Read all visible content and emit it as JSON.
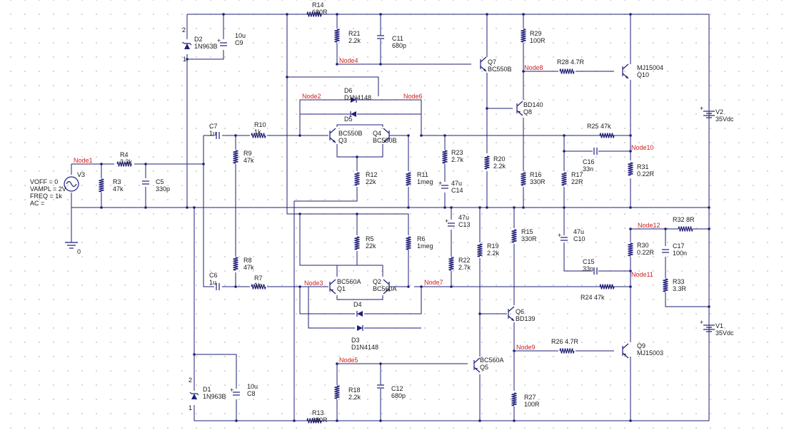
{
  "colors": {
    "wire": "#1f1f7a",
    "label": "#1a1a1a",
    "net": "#cc1f1f",
    "grid": "#c8c8c8"
  },
  "resistors": {
    "R14": [
      "R14",
      "680R"
    ],
    "R13": [
      "R13",
      "680R"
    ],
    "R21": [
      "R21",
      "2.2k"
    ],
    "R18": [
      "R18",
      "2.2k"
    ],
    "R29": [
      "R29",
      "100R"
    ],
    "R27": [
      "R27",
      "100R"
    ],
    "R28": [
      "R28 4.7R"
    ],
    "R26": [
      "R26 4.7R"
    ],
    "R25": [
      "R25 47k"
    ],
    "R24": [
      "R24 47k"
    ],
    "R4": [
      "R4",
      "3.3k"
    ],
    "R3": [
      "R3",
      "47k"
    ],
    "R9": [
      "R9",
      "47k"
    ],
    "R8": [
      "R8",
      "47k"
    ],
    "R10": [
      "R10",
      "1k"
    ],
    "R7": [
      "R7",
      "1k"
    ],
    "R12": [
      "R12",
      "22k"
    ],
    "R5": [
      "R5",
      "22k"
    ],
    "R11": [
      "R11",
      "1meg"
    ],
    "R6": [
      "R6",
      "1meg"
    ],
    "R23": [
      "R23",
      "2.7k"
    ],
    "R22": [
      "R22",
      "2.7k"
    ],
    "R20": [
      "R20",
      "2.2k"
    ],
    "R19": [
      "R19",
      "2.2k"
    ],
    "R16": [
      "R16",
      "330R"
    ],
    "R15": [
      "R15",
      "330R"
    ],
    "R17": [
      "R17",
      "22R"
    ],
    "R31": [
      "R31",
      "0.22R"
    ],
    "R30": [
      "R30",
      "0.22R"
    ],
    "R32": [
      "R32 8R"
    ],
    "R33": [
      "R33",
      "3.3R"
    ]
  },
  "capacitors": {
    "C9": [
      "10u",
      "C9"
    ],
    "C8": [
      "10u",
      "C8"
    ],
    "C11": [
      "C11",
      "680p"
    ],
    "C12": [
      "C12",
      "680p"
    ],
    "C7": [
      "C7",
      "1u"
    ],
    "C6": [
      "C6",
      "1u"
    ],
    "C5": [
      "C5",
      "330p"
    ],
    "C14": [
      "47u",
      "C14"
    ],
    "C13": [
      "47u",
      "C13"
    ],
    "C16": [
      "C16",
      "33n"
    ],
    "C15": [
      "C15",
      "33n"
    ],
    "C10": [
      "47u",
      "C10"
    ],
    "C17": [
      "C17",
      "100n"
    ]
  },
  "transistors": {
    "Q7": [
      "Q7",
      "BC550B"
    ],
    "Q8": [
      "BD140",
      "Q8"
    ],
    "Q10": [
      "MJ15004",
      "Q10"
    ],
    "Q3": [
      "BC550B",
      "Q3"
    ],
    "Q4": [
      "Q4",
      "BC550B"
    ],
    "Q1": [
      "BC560A",
      "Q1"
    ],
    "Q2": [
      "Q2",
      "BC560A"
    ],
    "Q6": [
      "Q6",
      "BD139"
    ],
    "Q5": [
      "BC560A",
      "Q5"
    ],
    "Q9": [
      "Q9",
      "MJ15003"
    ]
  },
  "diodes": {
    "D2": [
      "D2",
      "1N963B"
    ],
    "D1": [
      "D1",
      "1N963B"
    ],
    "D6": [
      "D6",
      "D1N4148"
    ],
    "D5": [
      "D5"
    ],
    "D4": [
      "D4"
    ],
    "D3": [
      "D3",
      "D1N4148"
    ]
  },
  "sources": {
    "V2": [
      "V2",
      "35Vdc"
    ],
    "V1": [
      "V1",
      "35Vdc"
    ],
    "V3": [
      "V3"
    ],
    "V3_params": [
      "VOFF = 0",
      "VAMPL = 2V",
      "FREQ = 1k",
      "AC ="
    ],
    "ground": "0"
  },
  "pins": {
    "d2_top": "2",
    "d2_bot": "1",
    "d1_top": "2",
    "d1_bot": "1"
  },
  "nets": {
    "Node1": "Node1",
    "Node2": "Node2",
    "Node3": "Node3",
    "Node4": "Node4",
    "Node5": "Node5",
    "Node6": "Node6",
    "Node7": "Node7",
    "Node8": "Node8",
    "Node9": "Node9",
    "Node10": "Node10",
    "Node11": "Node11",
    "Node12": "Node12"
  }
}
